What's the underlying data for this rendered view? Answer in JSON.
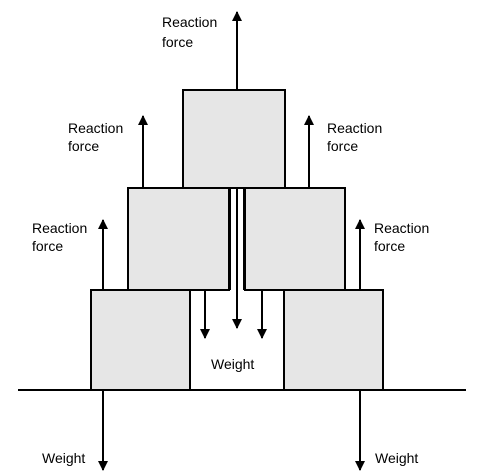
{
  "labels": {
    "reaction_top_1": "Reaction",
    "reaction_top_2": "force",
    "reaction_mid_left_1": "Reaction",
    "reaction_mid_left_2": "force",
    "reaction_mid_right_1": "Reaction",
    "reaction_mid_right_2": "force",
    "reaction_low_left_1": "Reaction",
    "reaction_low_left_2": "force",
    "reaction_low_right_1": "Reaction",
    "reaction_low_right_2": "force",
    "weight_center": "Weight",
    "weight_left": "Weight",
    "weight_right": "Weight"
  },
  "colors": {
    "block_fill": "#e6e6e6",
    "stroke": "#000000"
  }
}
